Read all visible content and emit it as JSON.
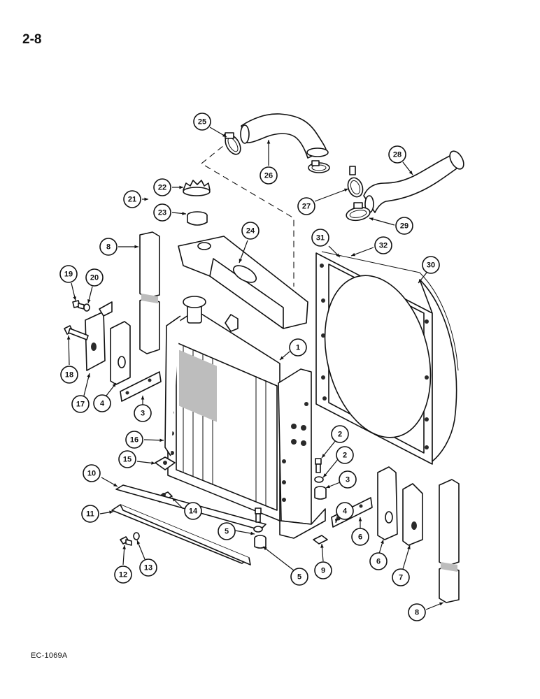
{
  "page_label": "2-8",
  "figure_code": "EC-1069A",
  "callouts": [
    {
      "label": "1"
    },
    {
      "label": "2"
    },
    {
      "label": "2"
    },
    {
      "label": "3"
    },
    {
      "label": "3"
    },
    {
      "label": "4"
    },
    {
      "label": "4"
    },
    {
      "label": "5"
    },
    {
      "label": "5"
    },
    {
      "label": "6"
    },
    {
      "label": "6"
    },
    {
      "label": "7"
    },
    {
      "label": "8"
    },
    {
      "label": "8"
    },
    {
      "label": "9"
    },
    {
      "label": "10"
    },
    {
      "label": "11"
    },
    {
      "label": "12"
    },
    {
      "label": "13"
    },
    {
      "label": "14"
    },
    {
      "label": "15"
    },
    {
      "label": "16"
    },
    {
      "label": "17"
    },
    {
      "label": "18"
    },
    {
      "label": "19"
    },
    {
      "label": "20"
    },
    {
      "label": "21"
    },
    {
      "label": "22"
    },
    {
      "label": "23"
    },
    {
      "label": "24"
    },
    {
      "label": "25"
    },
    {
      "label": "26"
    },
    {
      "label": "27"
    },
    {
      "label": "28"
    },
    {
      "label": "29"
    },
    {
      "label": "30"
    },
    {
      "label": "31"
    },
    {
      "label": "32"
    }
  ]
}
